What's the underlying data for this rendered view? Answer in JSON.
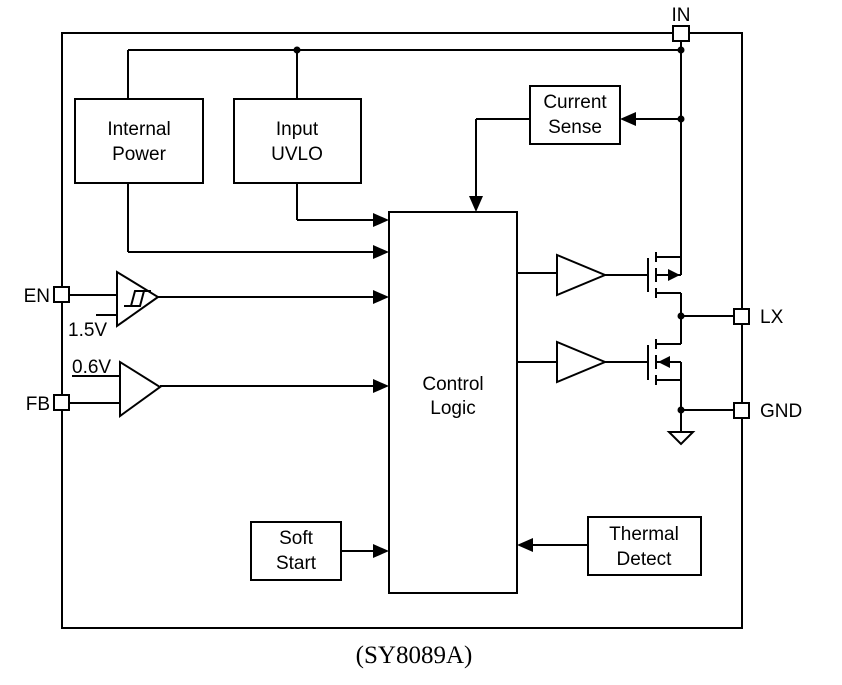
{
  "pins": {
    "in": "IN",
    "en": "EN",
    "fb": "FB",
    "lx": "LX",
    "gnd": "GND"
  },
  "blocks": {
    "internal_power": [
      "Internal",
      "Power"
    ],
    "input_uvlo": [
      "Input",
      "UVLO"
    ],
    "current_sense": [
      "Current",
      "Sense"
    ],
    "control_logic": [
      "Control",
      "Logic"
    ],
    "soft_start": [
      "Soft",
      "Start"
    ],
    "thermal_detect": [
      "Thermal",
      "Detect"
    ]
  },
  "references": {
    "en_threshold": "1.5V",
    "fb_reference": "0.6V"
  },
  "caption": "(SY8089A)"
}
